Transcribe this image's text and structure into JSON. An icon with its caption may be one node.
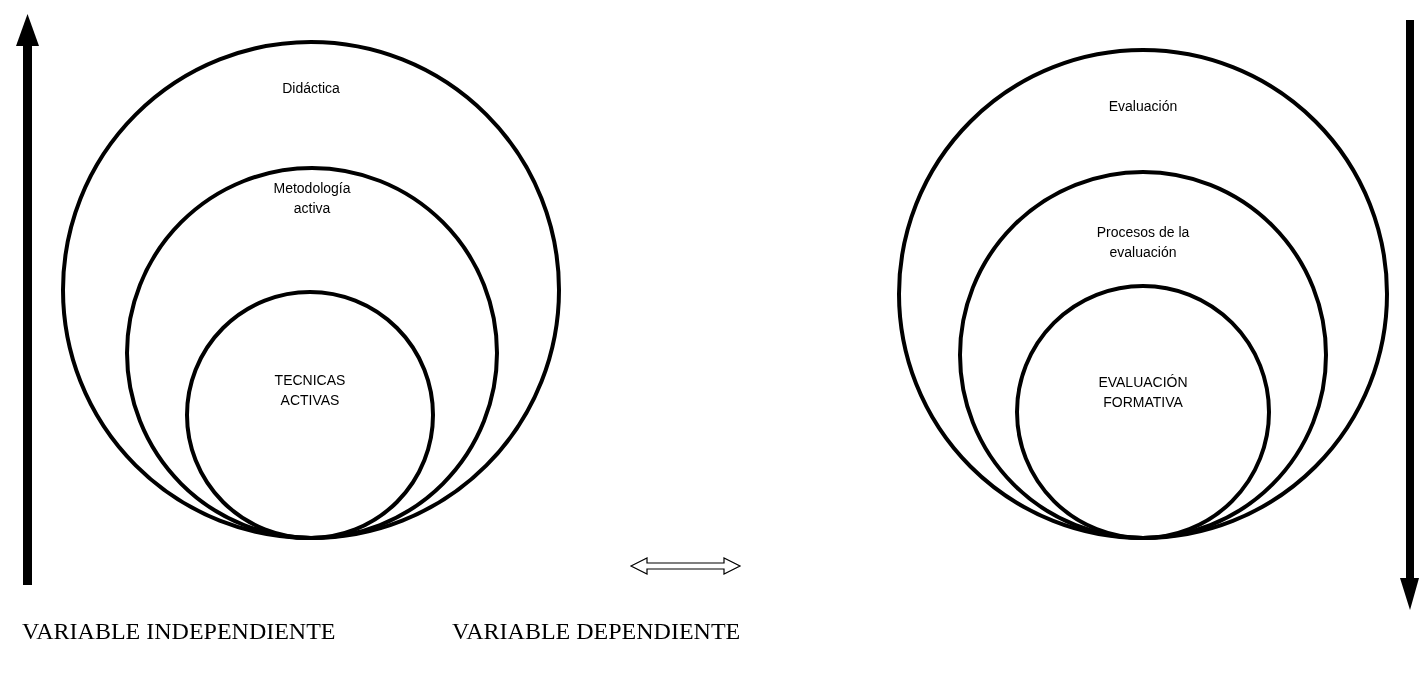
{
  "diagram": {
    "nodes": [
      {
        "text": [
          "Didáctica"
        ]
      },
      {
        "text": [
          "Metodología activa"
        ],
        "in": 0
      },
      {
        "text": [
          "TECNICAS ACTIVAS"
        ],
        "in": 1
      },
      {
        "text": [
          "Evaluación"
        ]
      },
      {
        "text": [
          "Procesos de la evaluación"
        ],
        "in": 3
      },
      {
        "text": [
          "EVALUACIÓN FORMATIVA"
        ],
        "in": 4
      }
    ],
    "edges": [],
    "labels": [
      "VARIABLE INDEPENDIENTE",
      "VARIABLE DEPENDIENTE"
    ]
  }
}
